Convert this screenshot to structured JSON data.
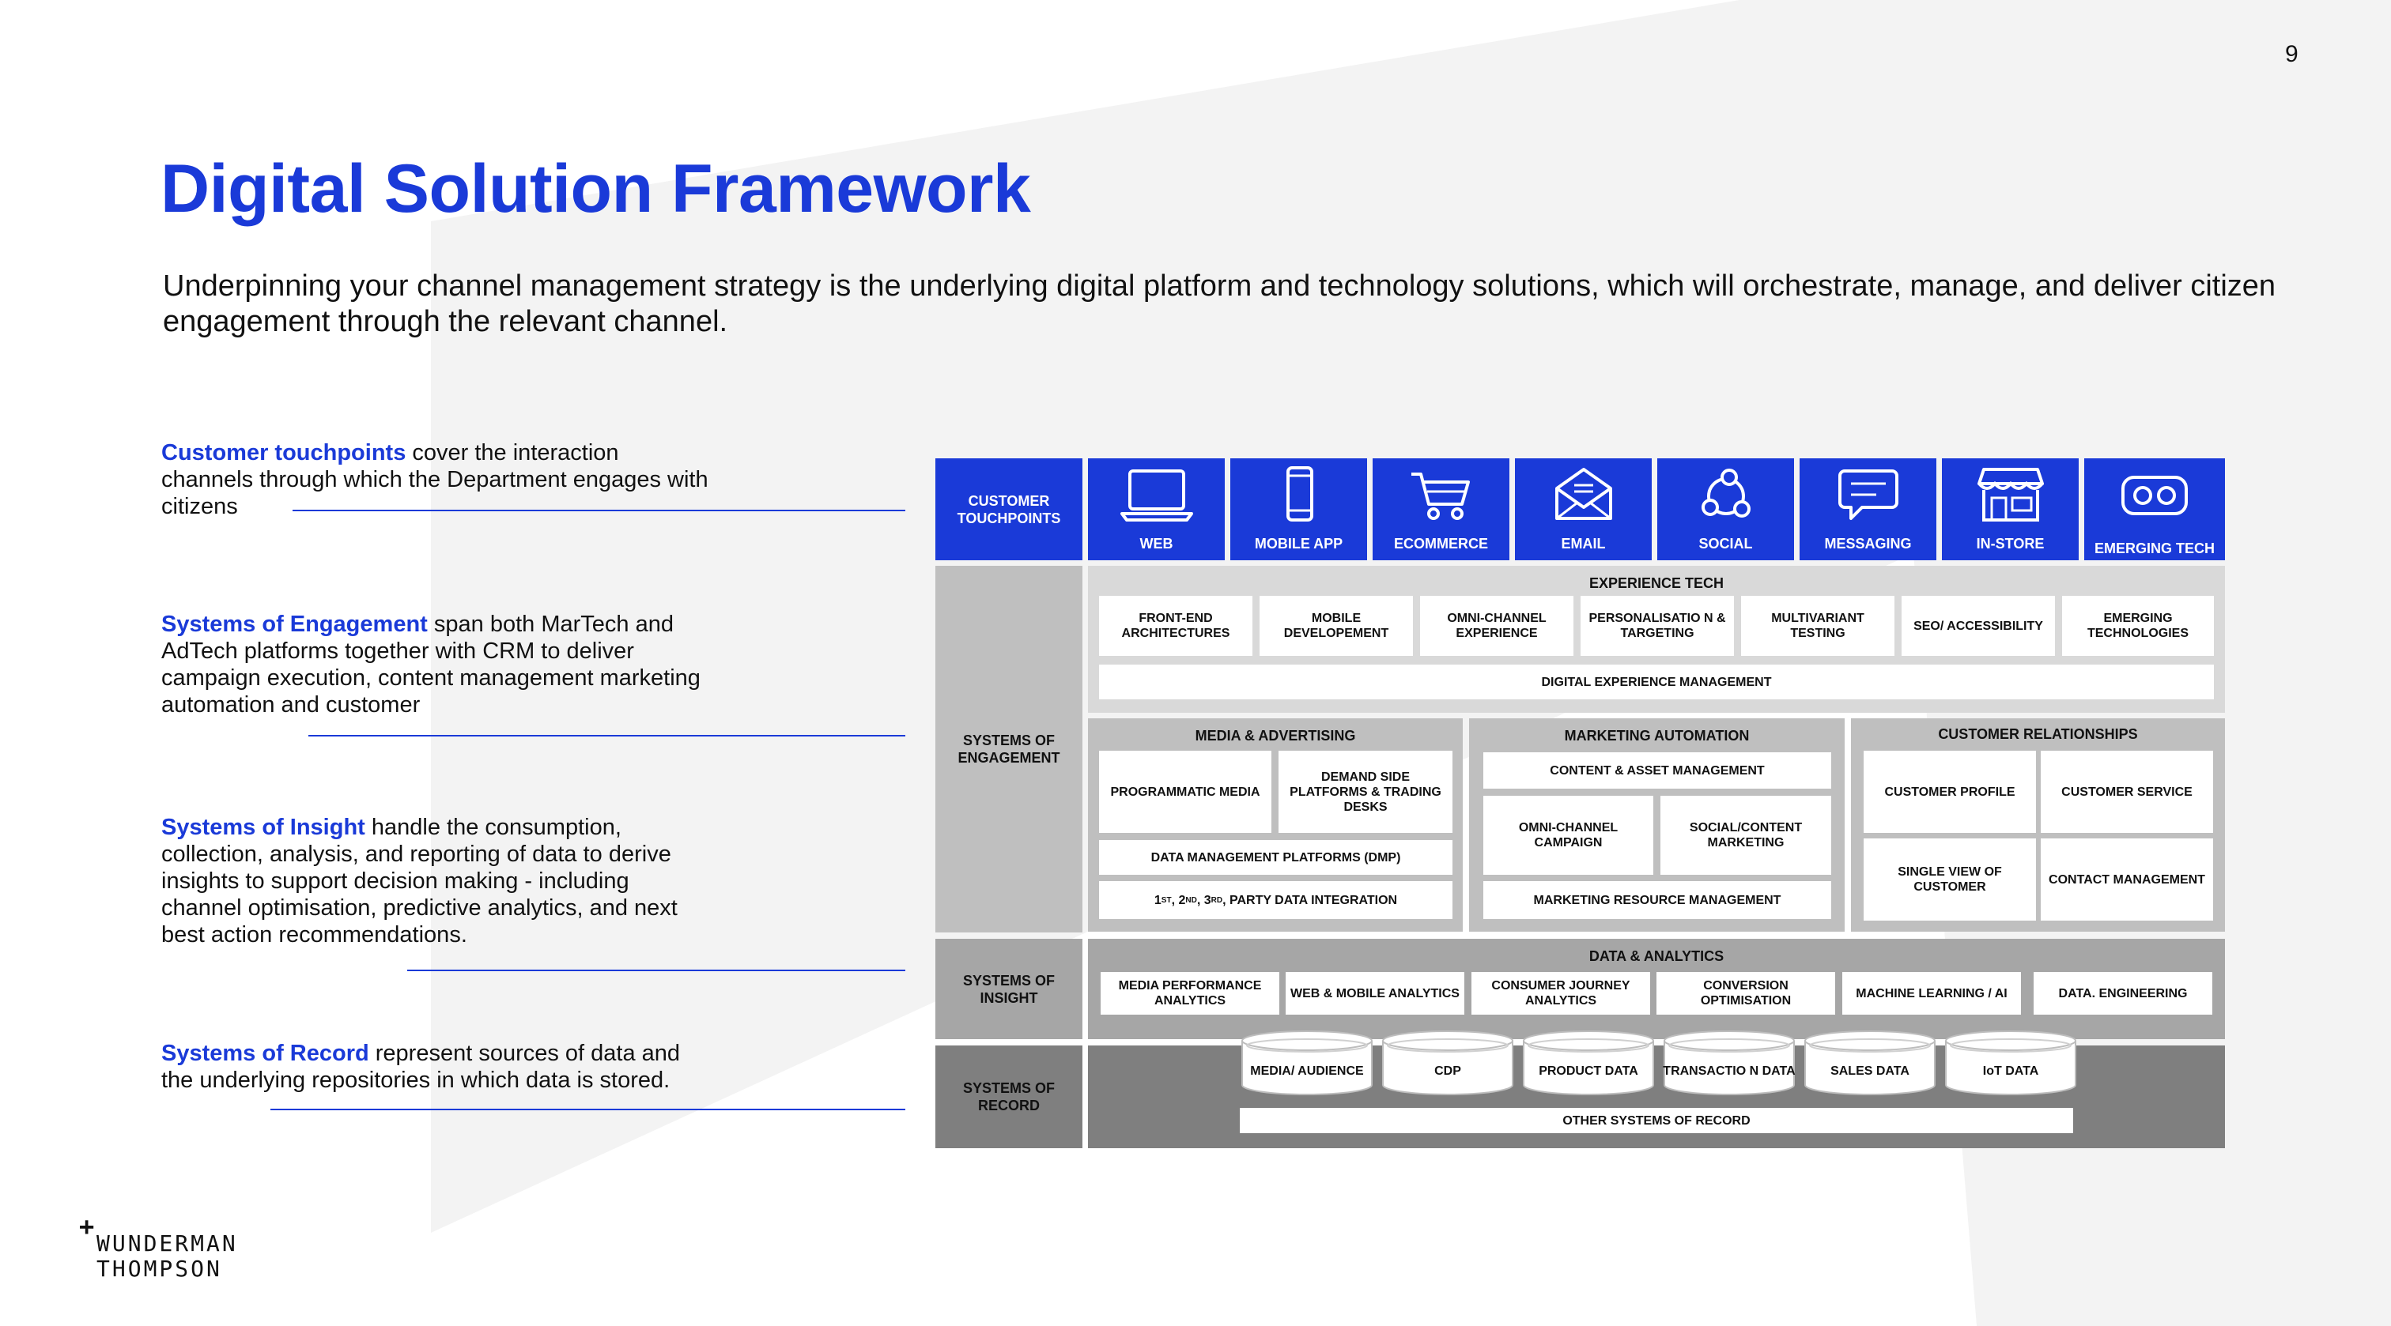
{
  "page_number": "9",
  "title": "Digital Solution Framework",
  "subtitle": "Underpinning your channel management strategy is the underlying digital platform and technology solutions, which will orchestrate, manage, and deliver citizen engagement through the relevant channel.",
  "annotations": [
    {
      "highlight": "Customer touchpoints",
      "text": " cover the interaction channels through which the Department engages with citizens"
    },
    {
      "highlight": "Systems of Engagement",
      "text": " span both MarTech and AdTech platforms together with CRM to deliver campaign execution, content management marketing automation and customer"
    },
    {
      "highlight": "Systems of Insight",
      "text": " handle the consumption, collection, analysis, and reporting of data to derive insights to support decision making - including channel optimisation, predictive analytics, and next best action recommendations."
    },
    {
      "highlight": "Systems of Record",
      "text": " represent sources of data and the underlying repositories in which data is stored."
    }
  ],
  "framework": {
    "row_labels": {
      "touchpoints": "CUSTOMER TOUCHPOINTS",
      "engagement": "SYSTEMS OF ENGAGEMENT",
      "insight": "SYSTEMS OF INSIGHT",
      "record": "SYSTEMS OF RECORD"
    },
    "touchpoints": [
      {
        "label": "WEB",
        "icon": "laptop-icon"
      },
      {
        "label": "MOBILE APP",
        "icon": "smartphone-icon"
      },
      {
        "label": "ECOMMERCE",
        "icon": "shopping-cart-icon"
      },
      {
        "label": "EMAIL",
        "icon": "envelope-icon"
      },
      {
        "label": "SOCIAL",
        "icon": "social-network-icon"
      },
      {
        "label": "MESSAGING",
        "icon": "chat-bubble-icon"
      },
      {
        "label": "IN-STORE",
        "icon": "storefront-icon"
      },
      {
        "label": "EMERGING TECH",
        "icon": "vr-headset-icon"
      }
    ],
    "experience_tech": {
      "title": "EXPERIENCE TECH",
      "items": [
        "FRONT-END ARCHITECTURES",
        "MOBILE DEVELOPEMENT",
        "OMNI-CHANNEL EXPERIENCE",
        "PERSONALISATIO N & TARGETING",
        "MULTIVARIANT TESTING",
        "SEO/ ACCESSIBILITY",
        "EMERGING TECHNOLOGIES"
      ],
      "bar": "DIGITAL EXPERIENCE MANAGEMENT"
    },
    "media_advertising": {
      "title": "MEDIA & ADVERTISING",
      "items": [
        "PROGRAMMATIC MEDIA",
        "DEMAND SIDE PLATFORMS & TRADING DESKS"
      ],
      "dmp": "DATA MANAGEMENT PLATFORMS (DMP)",
      "party_data": {
        "p1": "1",
        "s1": "ST",
        "p2": ", 2",
        "s2": "ND",
        "p3": ", 3",
        "s3": "RD",
        "rest": ", PARTY DATA INTEGRATION"
      }
    },
    "marketing_automation": {
      "title": "MARKETING AUTOMATION",
      "top": "CONTENT & ASSET MANAGEMENT",
      "items": [
        "OMNI-CHANNEL CAMPAIGN",
        "SOCIAL/CONTENT MARKETING"
      ],
      "bottom": "MARKETING RESOURCE MANAGEMENT"
    },
    "customer_relationships": {
      "title": "CUSTOMER RELATIONSHIPS",
      "items": [
        "CUSTOMER PROFILE",
        "CUSTOMER SERVICE",
        "SINGLE VIEW OF CUSTOMER",
        "CONTACT MANAGEMENT"
      ]
    },
    "data_analytics": {
      "title": "DATA & ANALYTICS",
      "items": [
        "MEDIA PERFORMANCE ANALYTICS",
        "WEB & MOBILE ANALYTICS",
        "CONSUMER JOURNEY ANALYTICS",
        "CONVERSION OPTIMISATION",
        "MACHINE LEARNING / AI",
        "DATA. ENGINEERING"
      ]
    },
    "record": {
      "databases": [
        "MEDIA/ AUDIENCE",
        "CDP",
        "PRODUCT DATA",
        "TRANSACTIO N DATA",
        "SALES DATA",
        "IoT DATA"
      ],
      "bar": "OTHER SYSTEMS OF RECORD"
    }
  },
  "logo": {
    "line1": "WUNDERMAN",
    "line2": "THOMPSON"
  },
  "colors": {
    "accent": "#1a3ad8",
    "panel_light": "#d9d9d9",
    "panel_mid": "#bfbfbf",
    "panel_dark": "#a6a6a6",
    "panel_darker": "#7f7f7f"
  }
}
